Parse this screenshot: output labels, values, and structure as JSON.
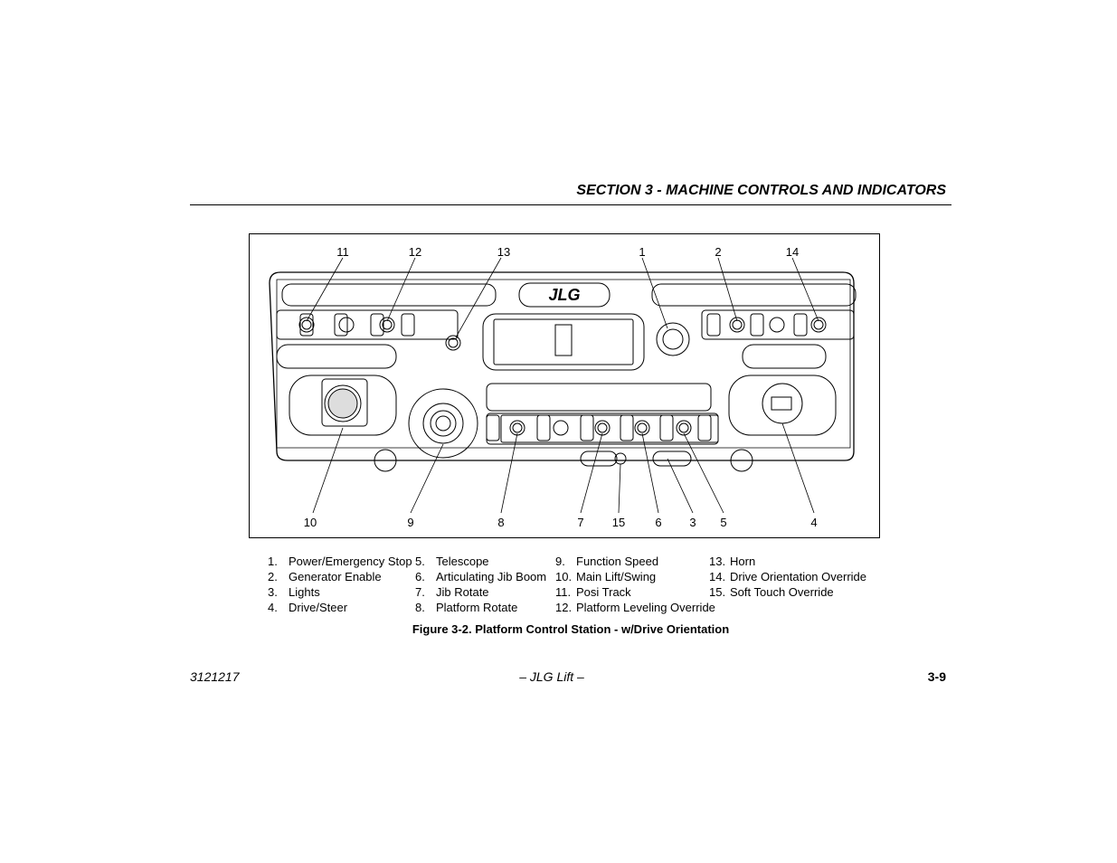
{
  "header": {
    "section_title": "SECTION 3 - MACHINE CONTROLS AND INDICATORS"
  },
  "figure": {
    "callouts_top": [
      "11",
      "12",
      "13",
      "1",
      "2",
      "14"
    ],
    "callouts_bottom": [
      "10",
      "9",
      "8",
      "7",
      "15",
      "6",
      "3",
      "5",
      "4"
    ],
    "panel_brand": "JLG",
    "legend": {
      "col1": [
        {
          "num": "1.",
          "label": "Power/Emergency Stop"
        },
        {
          "num": "2.",
          "label": "Generator Enable"
        },
        {
          "num": "3.",
          "label": "Lights"
        },
        {
          "num": "4.",
          "label": "Drive/Steer"
        }
      ],
      "col2": [
        {
          "num": "5.",
          "label": "Telescope"
        },
        {
          "num": "6.",
          "label": "Articulating Jib Boom"
        },
        {
          "num": "7.",
          "label": "Jib Rotate"
        },
        {
          "num": "8.",
          "label": "Platform Rotate"
        }
      ],
      "col3": [
        {
          "num": "9.",
          "label": "Function Speed"
        },
        {
          "num": "10.",
          "label": "Main Lift/Swing"
        },
        {
          "num": "11.",
          "label": "Posi Track"
        },
        {
          "num": "12.",
          "label": "Platform Leveling Override"
        }
      ],
      "col4": [
        {
          "num": "13.",
          "label": "Horn"
        },
        {
          "num": "14.",
          "label": "Drive Orientation Override"
        },
        {
          "num": "15.",
          "label": "Soft Touch Override"
        }
      ]
    },
    "caption": "Figure 3-2. Platform Control Station - w/Drive Orientation"
  },
  "footer": {
    "doc_number": "3121217",
    "center": "– JLG Lift –",
    "page": "3-9"
  }
}
